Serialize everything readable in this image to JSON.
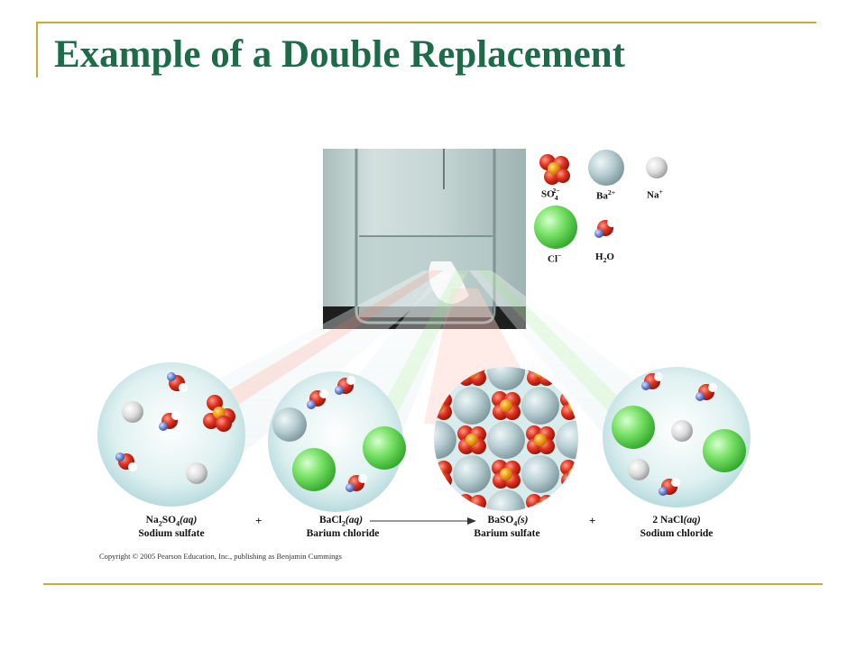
{
  "title": "Example of a Double Replacement",
  "legend": {
    "sulfate": "SO",
    "sulfate_sub": "4",
    "sulfate_sup": "2−",
    "barium": "Ba",
    "barium_sup": "2+",
    "sodium": "Na",
    "sodium_sup": "+",
    "chloride": "Cl",
    "chloride_sup": "−",
    "water": "H",
    "water_sub": "2",
    "water_tail": "O"
  },
  "equation": {
    "plus1": "+",
    "plus2": "+",
    "r1_formula_a": "Na",
    "r1_formula_sub1": "2",
    "r1_formula_b": "SO",
    "r1_formula_sub2": "4",
    "r1_state": "(aq)",
    "r1_name": "Sodium sulfate",
    "r2_formula_a": "BaCl",
    "r2_formula_sub": "2",
    "r2_state": "(aq)",
    "r2_name": "Barium chloride",
    "p1_formula_a": "BaSO",
    "p1_formula_sub": "4",
    "p1_state": "(s)",
    "p1_name": "Barium sulfate",
    "p2_formula": "2 NaCl",
    "p2_state": "(aq)",
    "p2_name": "Sodium chloride"
  },
  "copyright": "Copyright © 2005 Pearson Education, Inc., publishing as Benjamin Cummings",
  "colors": {
    "title": "#1e6b4a",
    "frame": "#c8a93c",
    "chloride": "#7de36b",
    "barium": "#b9cfd3",
    "sodium": "#dcdcdc",
    "oxygen": "#e0301e",
    "sulfur": "#f2a11a",
    "hydrogen": "#6f86d6"
  }
}
